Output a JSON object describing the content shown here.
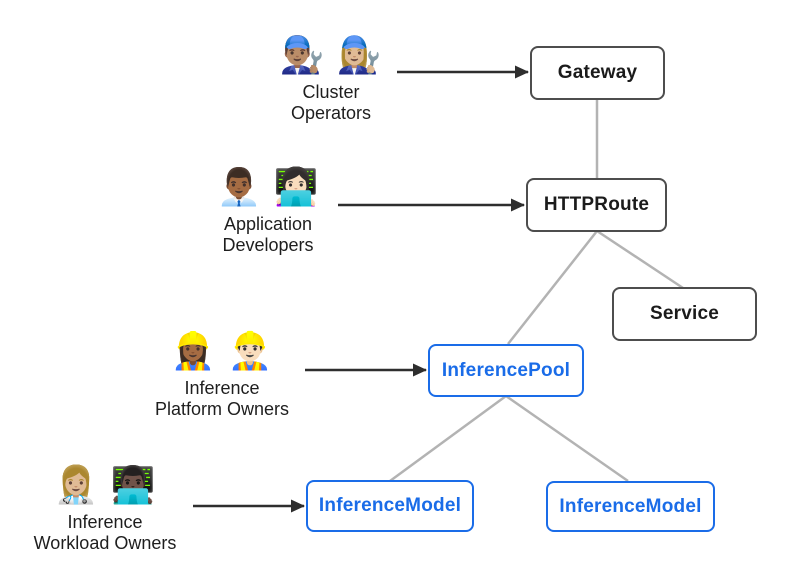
{
  "diagram": {
    "nodes": [
      {
        "id": "gateway",
        "label": "Gateway",
        "kind": "core"
      },
      {
        "id": "httproute",
        "label": "HTTPRoute",
        "kind": "core"
      },
      {
        "id": "service",
        "label": "Service",
        "kind": "core"
      },
      {
        "id": "inference-pool",
        "label": "InferencePool",
        "kind": "extension"
      },
      {
        "id": "inference-model-1",
        "label": "InferenceModel",
        "kind": "extension"
      },
      {
        "id": "inference-model-2",
        "label": "InferenceModel",
        "kind": "extension"
      }
    ],
    "actors": [
      {
        "id": "cluster-operators",
        "emoji": "👨🏽‍🔧 👩🏼‍🔧",
        "label_line1": "Cluster",
        "label_line2": "Operators",
        "points_to": "Gateway"
      },
      {
        "id": "application-developers",
        "emoji": "👨🏾‍💼 👩🏻‍💻",
        "label_line1": "Application",
        "label_line2": "Developers",
        "points_to": "HTTPRoute"
      },
      {
        "id": "inference-platform-owners",
        "emoji": "👷🏾‍♀️ 👷🏻‍♂️",
        "label_line1": "Inference",
        "label_line2": "Platform Owners",
        "points_to": "InferencePool"
      },
      {
        "id": "inference-workload-owners",
        "emoji": "👩🏼‍⚕️ 👨🏿‍💻",
        "label_line1": "Inference",
        "label_line2": "Workload Owners",
        "points_to": "InferenceModel"
      }
    ],
    "edges": [
      {
        "from": "Gateway",
        "to": "HTTPRoute"
      },
      {
        "from": "HTTPRoute",
        "to": "Service"
      },
      {
        "from": "HTTPRoute",
        "to": "InferencePool"
      },
      {
        "from": "InferencePool",
        "to": "InferenceModel"
      },
      {
        "from": "InferencePool",
        "to": "InferenceModel"
      }
    ],
    "colors": {
      "core_border": "#4d4d4d",
      "core_text": "#1b1b1b",
      "extension_blue": "#1a6ce8",
      "connector_gray": "#b3b3b3",
      "arrow_black": "#2e2e2e",
      "background": "#ffffff"
    }
  }
}
